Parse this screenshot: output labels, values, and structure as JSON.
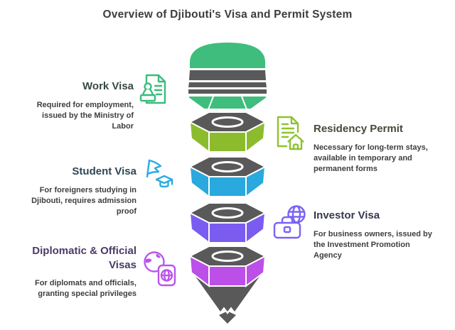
{
  "title": "Overview of Djibouti's Visa and Permit System",
  "title_color": "#3d3d3d",
  "body_color": "#3e3e3e",
  "funnel": {
    "dark_color": "#595959",
    "segments": [
      {
        "name": "work-visa",
        "color": "#3ebd7d"
      },
      {
        "name": "residency-permit",
        "color": "#8cbc2e"
      },
      {
        "name": "student-visa",
        "color": "#29a9de"
      },
      {
        "name": "investor-visa",
        "color": "#7b5cf0"
      },
      {
        "name": "diplomatic-official-visas",
        "color": "#bb4fe8"
      }
    ]
  },
  "left_items": [
    {
      "heading": "Work Visa",
      "heading_color": "#37493f",
      "description": "Required for employment, issued by the Ministry of Labor",
      "icon": "stamped-document-icon",
      "icon_color": "#3bbc7c"
    },
    {
      "heading": "Student Visa",
      "heading_color": "#2e4656",
      "description": "For foreigners studying in Djibouti, requires admission proof",
      "icon": "pennant-graduation-icon",
      "icon_color": "#29abe2"
    },
    {
      "heading": "Diplomatic & Official Visas",
      "heading_color": "#4b3a66",
      "description": "For diplomats and officials, granting special privileges",
      "icon": "globe-passport-icon",
      "icon_color": "#bb55ec"
    }
  ],
  "right_items": [
    {
      "heading": "Residency Permit",
      "heading_color": "#454a38",
      "description": "Necessary for long-term stays, available in temporary and permanent forms",
      "icon": "document-house-icon",
      "icon_color": "#8ec32f"
    },
    {
      "heading": "Investor Visa",
      "heading_color": "#35384f",
      "description": "For business owners, issued by the Investment Promotion Agency",
      "icon": "briefcase-globe-icon",
      "icon_color": "#7a63f5"
    }
  ]
}
